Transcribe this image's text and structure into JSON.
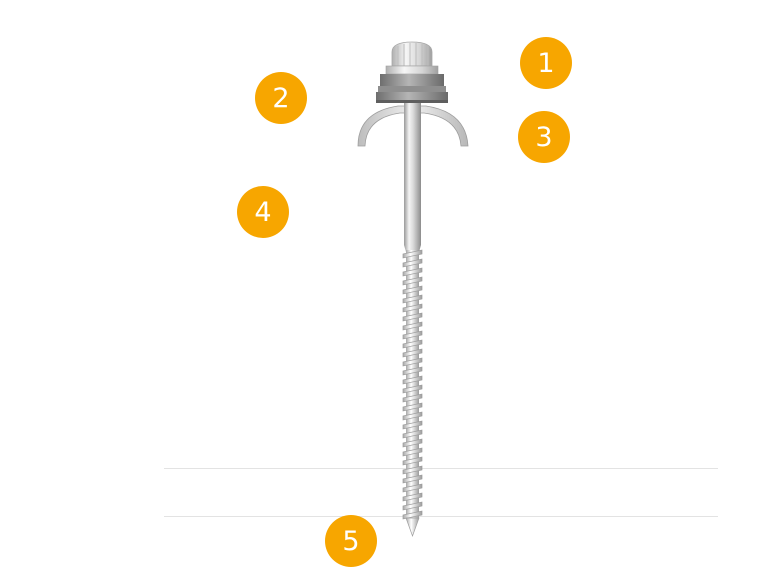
{
  "colors": {
    "badge": "#f7a600",
    "metal_light": "#f2f2f2",
    "metal_mid": "#c4c4c4",
    "metal_dark": "#8a8a8a",
    "washer": "#7a7a7a",
    "divider": "#e3e3e3"
  },
  "callouts": [
    {
      "id": "1",
      "label": "1",
      "part": "hex-head"
    },
    {
      "id": "2",
      "label": "2",
      "part": "sealing-washer"
    },
    {
      "id": "3",
      "label": "3",
      "part": "calotte"
    },
    {
      "id": "4",
      "label": "4",
      "part": "shank"
    },
    {
      "id": "5",
      "label": "5",
      "part": "tip"
    }
  ]
}
